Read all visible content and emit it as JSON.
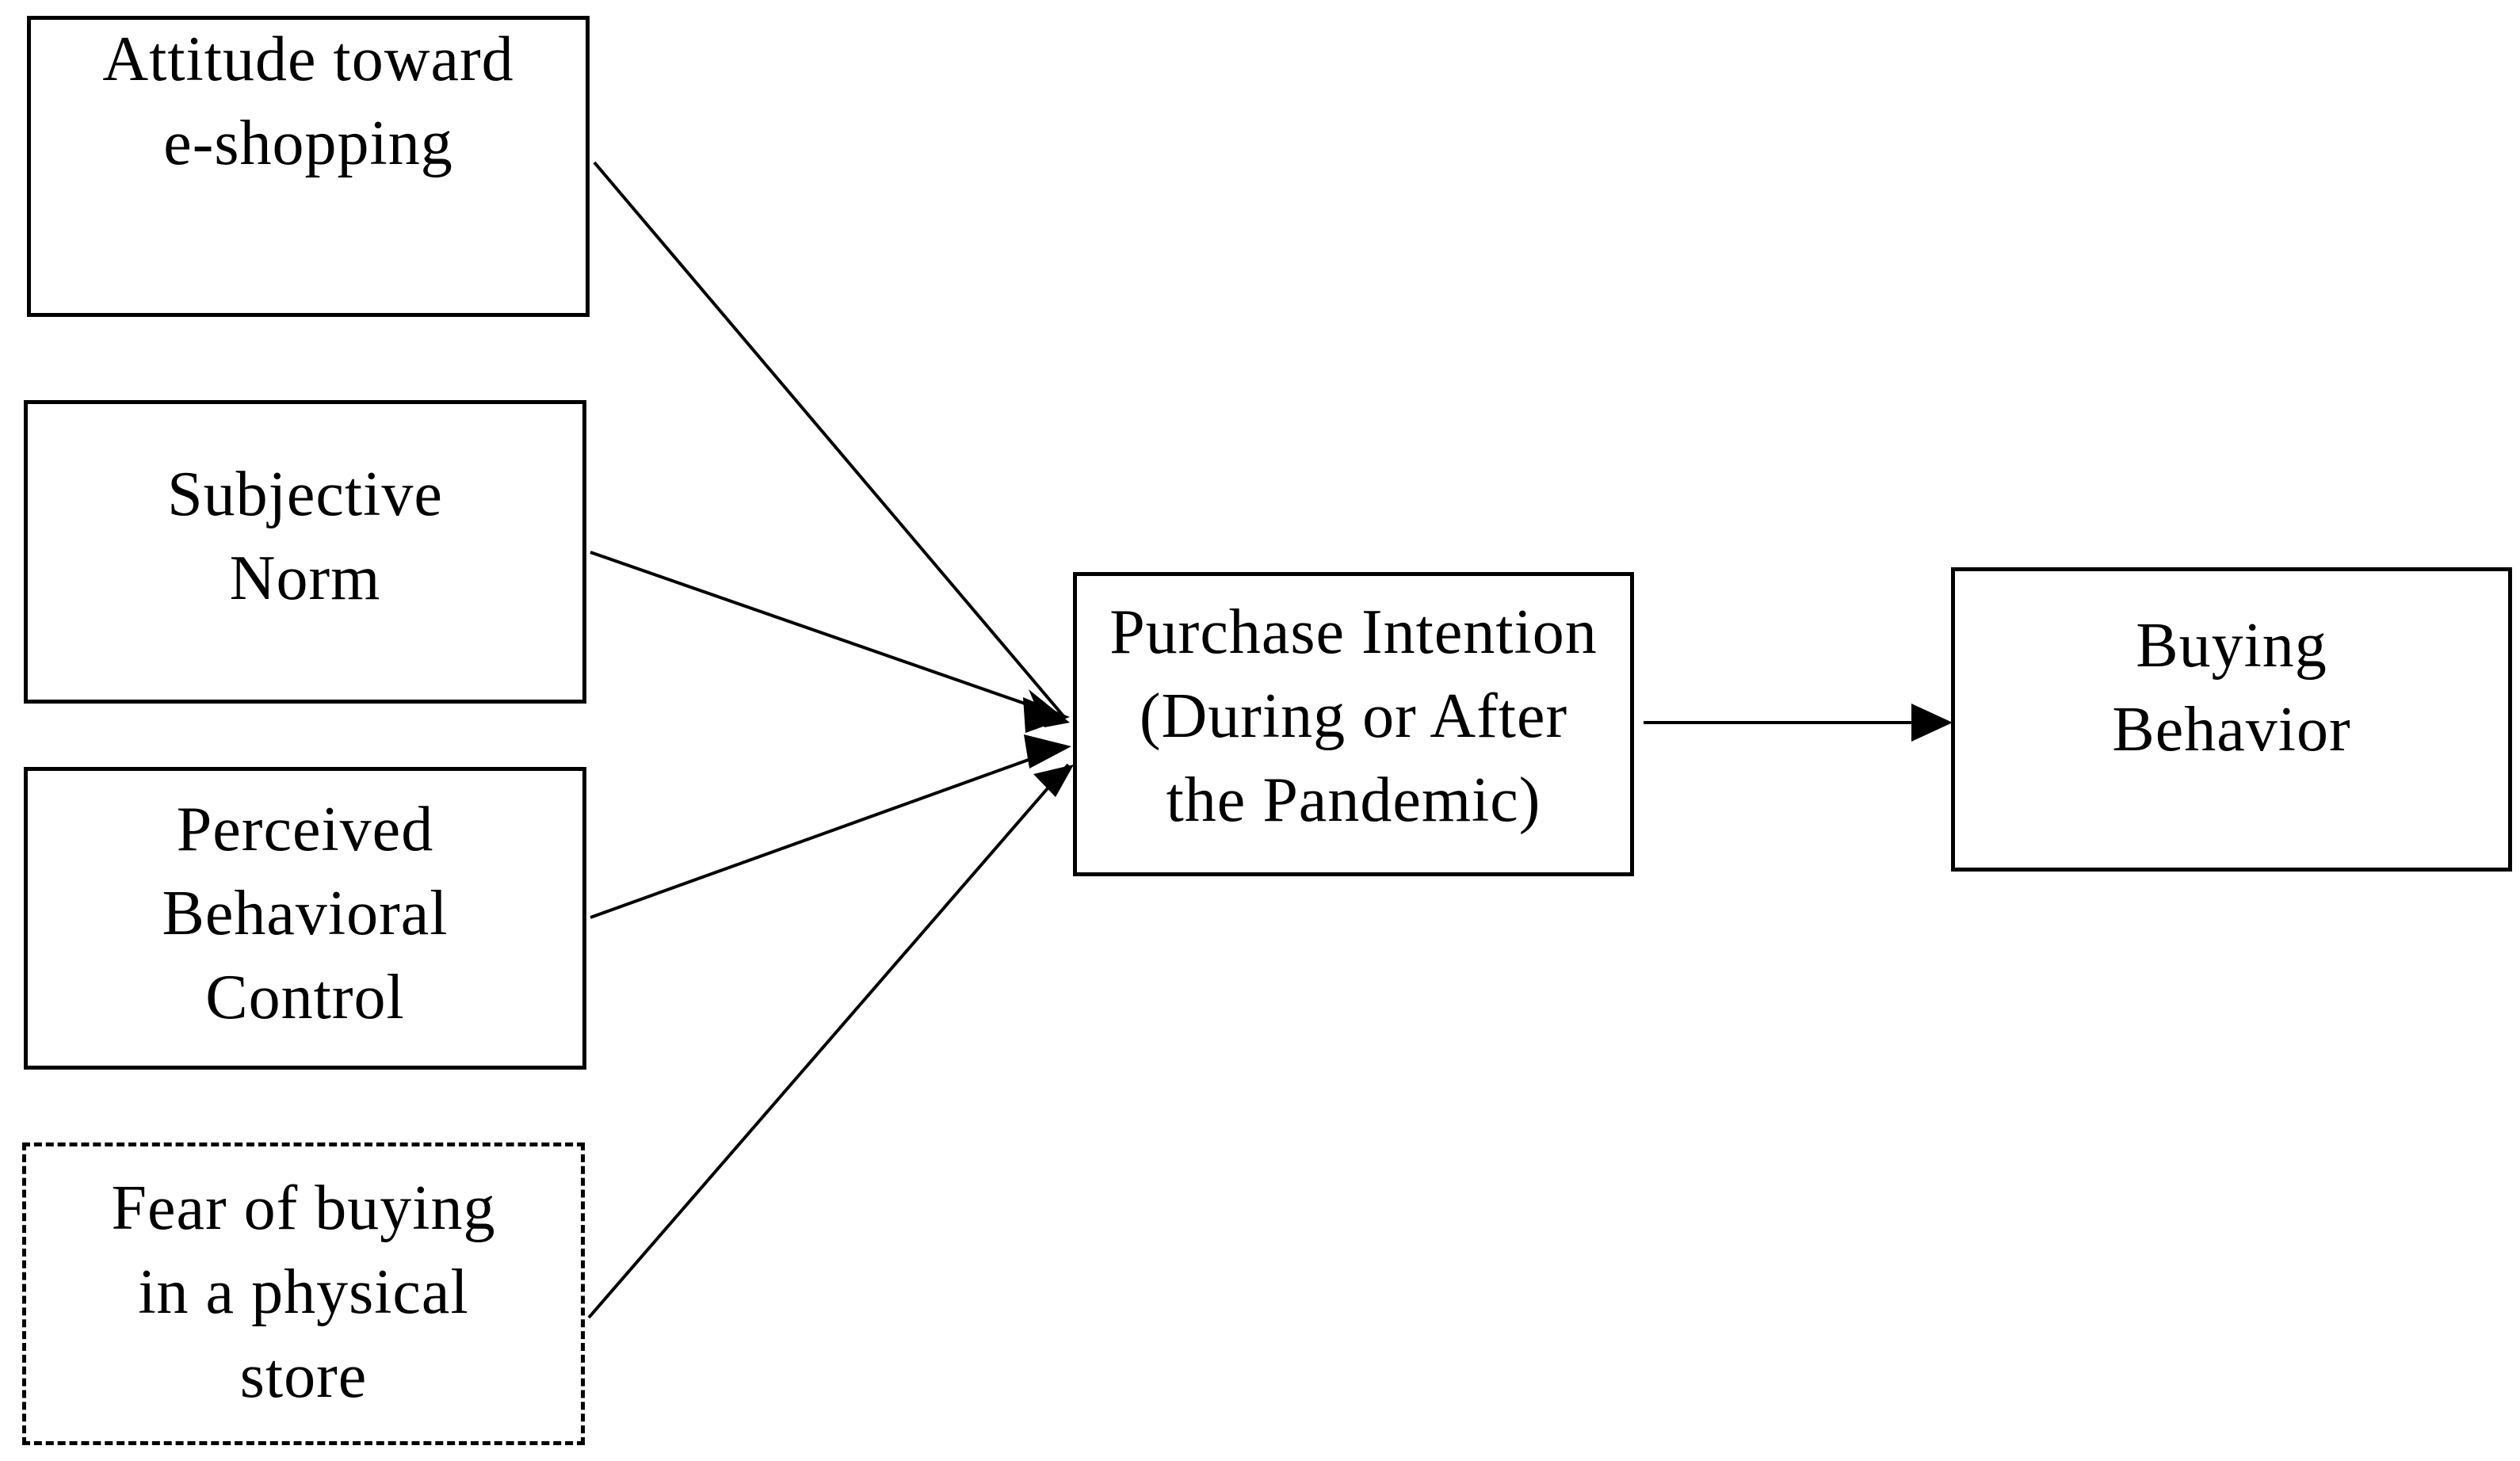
{
  "diagram": {
    "nodes": [
      {
        "id": "attitude",
        "label": "Attitude toward\ne-shopping",
        "border": "solid"
      },
      {
        "id": "subjective",
        "label": "Subjective\nNorm",
        "border": "solid"
      },
      {
        "id": "pbc",
        "label": "Perceived\nBehavioral\nControl",
        "border": "solid"
      },
      {
        "id": "fear",
        "label": "Fear of buying\nin a physical\nstore",
        "border": "dashed"
      },
      {
        "id": "intention",
        "label": "Purchase Intention\n(During or After\nthe Pandemic)",
        "border": "solid"
      },
      {
        "id": "behavior",
        "label": "Buying\nBehavior",
        "border": "solid"
      }
    ],
    "edges": [
      {
        "from": "attitude",
        "to": "intention"
      },
      {
        "from": "subjective",
        "to": "intention"
      },
      {
        "from": "pbc",
        "to": "intention"
      },
      {
        "from": "fear",
        "to": "intention"
      },
      {
        "from": "intention",
        "to": "behavior"
      }
    ],
    "colors": {
      "line": "#000000",
      "background": "#ffffff"
    }
  }
}
